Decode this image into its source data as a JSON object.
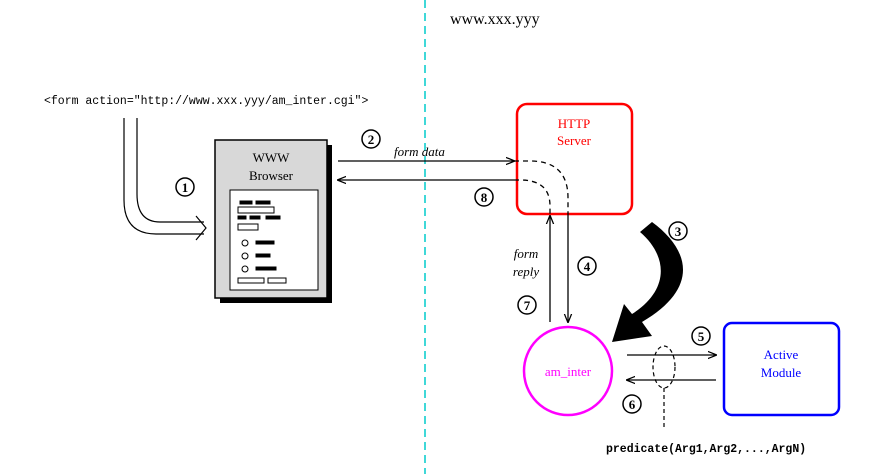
{
  "domain_label": "www.xxx.yyy",
  "form_tag": "<form action=\"http://www.xxx.yyy/am_inter.cgi\">",
  "browser": {
    "line1": "WWW",
    "line2": "Browser"
  },
  "http_server": {
    "line1": "HTTP",
    "line2": "Server"
  },
  "am_inter": "am_inter",
  "active_module": {
    "line1": "Active",
    "line2": "Module"
  },
  "form_data": "form data",
  "form_reply": {
    "line1": "form",
    "line2": "reply"
  },
  "predicate": "predicate(Arg1,Arg2,...,ArgN)",
  "steps": [
    "1",
    "2",
    "3",
    "4",
    "5",
    "6",
    "7",
    "8"
  ],
  "colors": {
    "server": "#ff0000",
    "am_inter": "#ff00ff",
    "active_module": "#0000ff",
    "divider": "#00cccc",
    "browser_fill": "#d8d8d8"
  }
}
